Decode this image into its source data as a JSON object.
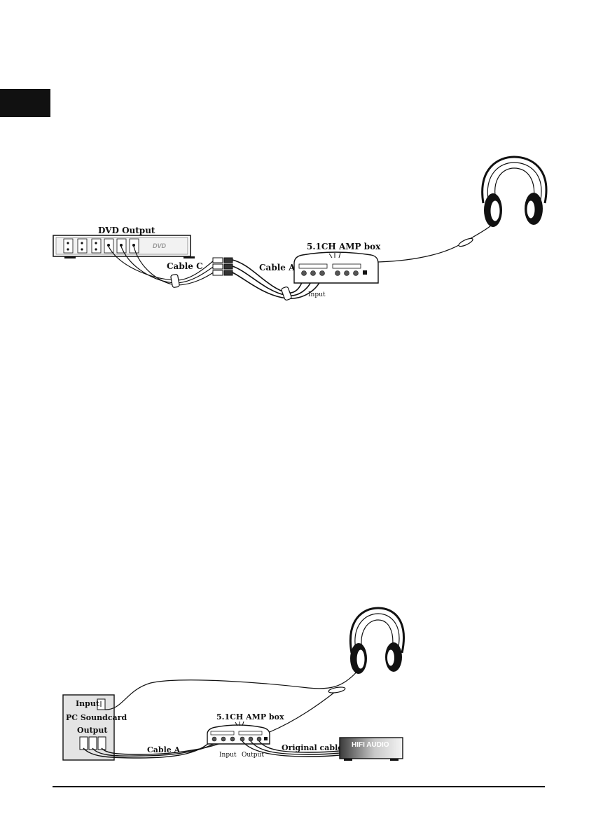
{
  "diagram1": {
    "dvd_output_label": "DVD Output",
    "dvd_brand": "DVD",
    "cable_c_label": "Cable C",
    "cable_a_label": "Cable A",
    "amp_box_label": "5.1CH AMP box",
    "input_label": "Input"
  },
  "diagram2": {
    "input_label": "Input",
    "pc_soundcard_label": "PC Soundcard",
    "output_label": "Output",
    "cable_a_label": "Cable A",
    "amp_box_label": "5.1CH AMP box",
    "amp_input_label": "Input",
    "amp_output_label": "Output",
    "original_cable_label": "Original cable",
    "hifi_label": "HIFI AUDIO"
  }
}
